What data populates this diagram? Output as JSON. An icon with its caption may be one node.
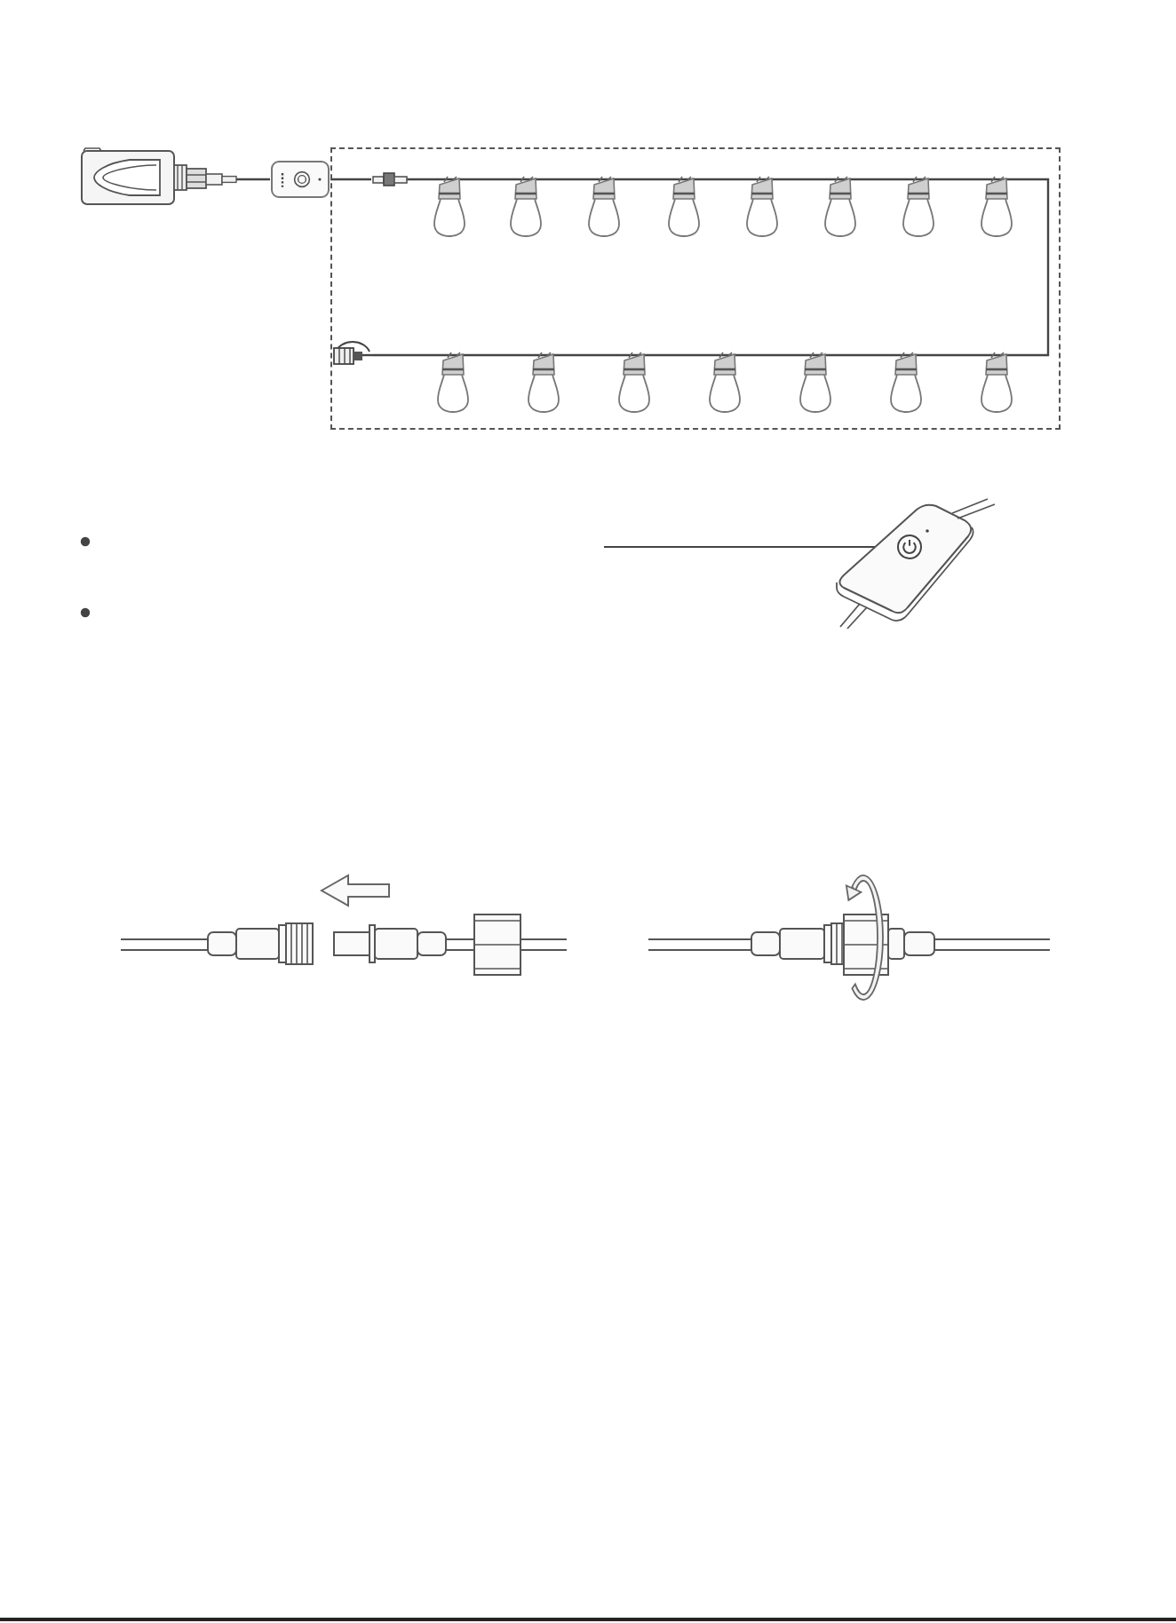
{
  "diagram": {
    "nodes": [
      {
        "text": [],
        "shape": "picture"
      },
      {
        "text": [],
        "shape": "picture"
      },
      {
        "text": [],
        "shape": "box"
      },
      {
        "text": [],
        "shape": "picture",
        "in": 2
      },
      {
        "text": [],
        "shape": "picture"
      },
      {
        "text": [],
        "shape": "circle",
        "in": 4
      }
    ],
    "edges": [
      {
        "from": 0,
        "to": 1,
        "arrow": "none"
      },
      {
        "from": 1,
        "to": 3,
        "arrow": "none"
      },
      {
        "from": null,
        "to": 5,
        "arrow": "none"
      }
    ]
  }
}
